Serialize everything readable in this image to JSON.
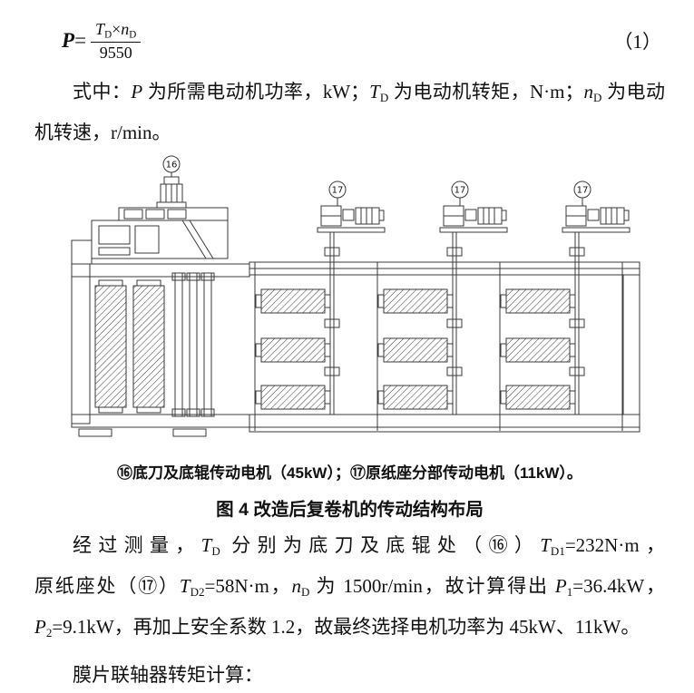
{
  "formula": {
    "lhs": [
      {
        "t": "P",
        "s": "var"
      },
      {
        "t": "=",
        "s": ""
      }
    ],
    "numerator": [
      {
        "t": "T",
        "s": "var"
      },
      {
        "t": "D",
        "s": "sub"
      },
      {
        "t": "×",
        "s": ""
      },
      {
        "t": "n",
        "s": "var"
      },
      {
        "t": "D",
        "s": "sub"
      }
    ],
    "denominator": "9550",
    "number": "（1）"
  },
  "para_intro": {
    "segments": [
      {
        "t": "式中：",
        "s": ""
      },
      {
        "t": "P",
        "s": "var"
      },
      {
        "t": " 为所需电动机功率，kW；",
        "s": ""
      },
      {
        "t": "T",
        "s": "var"
      },
      {
        "t": "D",
        "s": "sub"
      },
      {
        "t": " 为电动机转矩，N·m；",
        "s": ""
      },
      {
        "t": "n",
        "s": "var"
      },
      {
        "t": "D",
        "s": "sub"
      },
      {
        "t": " 为电动机转速，r/min。",
        "s": ""
      }
    ]
  },
  "diagram": {
    "label_16": "16",
    "label_17": "17"
  },
  "figure": {
    "caption": "⑯底刀及底辊传动电机（45kW）；⑰原纸座分部传动电机（11kW）。",
    "title": "图 4 改造后复卷机的传动结构布局"
  },
  "para_measure": {
    "segments": [
      {
        "t": "经过测量，",
        "s": ""
      },
      {
        "t": "T",
        "s": "var"
      },
      {
        "t": "D",
        "s": "sub"
      },
      {
        "t": " 分别为底刀及底辊处（⑯）",
        "s": ""
      },
      {
        "t": "T",
        "s": "var"
      },
      {
        "t": "D1",
        "s": "sub"
      },
      {
        "t": "=232N·m，",
        "s": ""
      },
      {
        "t": "原纸座处（⑰）",
        "s": ""
      },
      {
        "t": "T",
        "s": "var"
      },
      {
        "t": "D2",
        "s": "sub"
      },
      {
        "t": "=58N·m，",
        "s": ""
      },
      {
        "t": "n",
        "s": "var"
      },
      {
        "t": "D",
        "s": "sub"
      },
      {
        "t": " 为 1500r/min，故计算得出 ",
        "s": ""
      },
      {
        "t": "P",
        "s": "var"
      },
      {
        "t": "1",
        "s": "sub"
      },
      {
        "t": "=36.4kW，",
        "s": ""
      },
      {
        "t": "P",
        "s": "var"
      },
      {
        "t": "2",
        "s": "sub"
      },
      {
        "t": "=9.1kW，再加上安全系数 1.2，故最终选择电机功率为 45kW、11kW。",
        "s": ""
      }
    ]
  },
  "para_coupling": {
    "text": "膜片联轴器转矩计算："
  }
}
